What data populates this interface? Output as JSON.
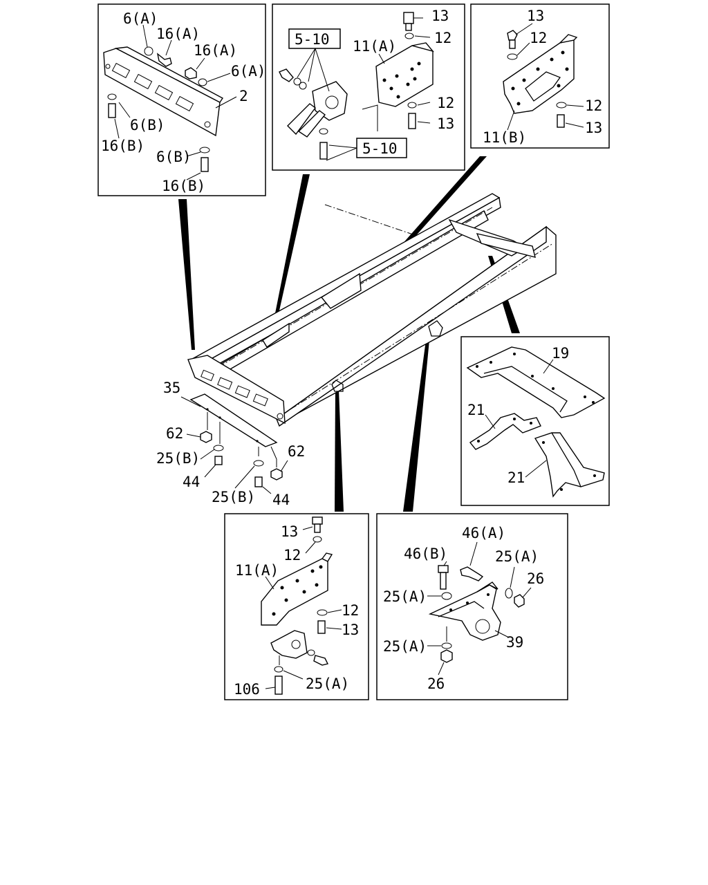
{
  "panels": {
    "front_crossmember": {
      "labels": [
        "6(A)",
        "16(A)",
        "16(A)",
        "6(A)",
        "2",
        "6(B)",
        "16(B)",
        "6(B)",
        "16(B)"
      ]
    },
    "hanger_bracket": {
      "ref_top": "5-10",
      "ref_bottom": "5-10",
      "labels": [
        "13",
        "12",
        "11(A)",
        "12",
        "13"
      ]
    },
    "bracket_b": {
      "labels": [
        "13",
        "12",
        "12",
        "13",
        "11(B)"
      ]
    },
    "cross_member_rear": {
      "labels": [
        "19",
        "21",
        "21"
      ]
    },
    "bracket_a_lower": {
      "labels": [
        "13",
        "12",
        "11(A)",
        "12",
        "13",
        "25(A)",
        "106"
      ]
    },
    "spring_hanger": {
      "labels": [
        "46(A)",
        "46(B)",
        "25(A)",
        "26",
        "25(A)",
        "39",
        "25(A)",
        "26"
      ]
    },
    "main_frame": {
      "labels": [
        "35",
        "62",
        "25(B)",
        "44",
        "62",
        "25(B)",
        "44"
      ]
    }
  }
}
